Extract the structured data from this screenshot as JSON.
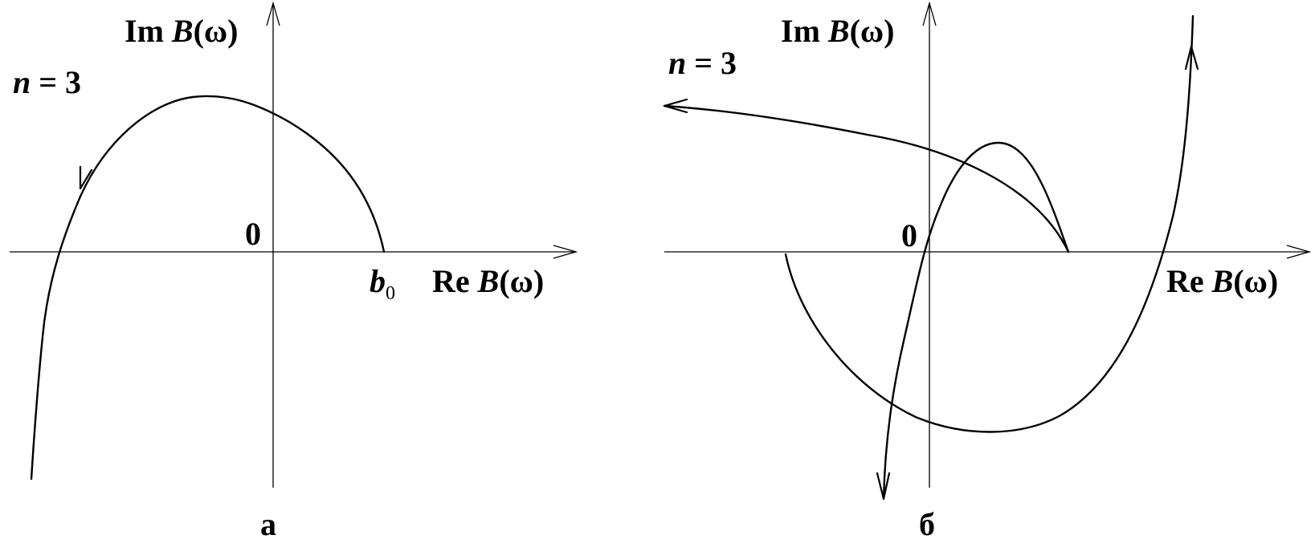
{
  "panels": [
    {
      "id": "a",
      "y_axis": {
        "prefix": "Im ",
        "func": "B",
        "arg": "(ω)"
      },
      "x_axis": {
        "prefix": "Re ",
        "func": "B",
        "arg": "(ω)"
      },
      "origin": "0",
      "n_label": {
        "var": "n",
        "rest": " = 3"
      },
      "point": {
        "var": "b",
        "sub": "0"
      },
      "caption": "а"
    },
    {
      "id": "b",
      "y_axis": {
        "prefix": "Im ",
        "func": "B",
        "arg": "(ω)"
      },
      "x_axis": {
        "prefix": "Re ",
        "func": "B",
        "arg": "(ω)"
      },
      "origin": "0",
      "n_label": {
        "var": "n",
        "rest": " = 3"
      },
      "caption": "б"
    }
  ]
}
